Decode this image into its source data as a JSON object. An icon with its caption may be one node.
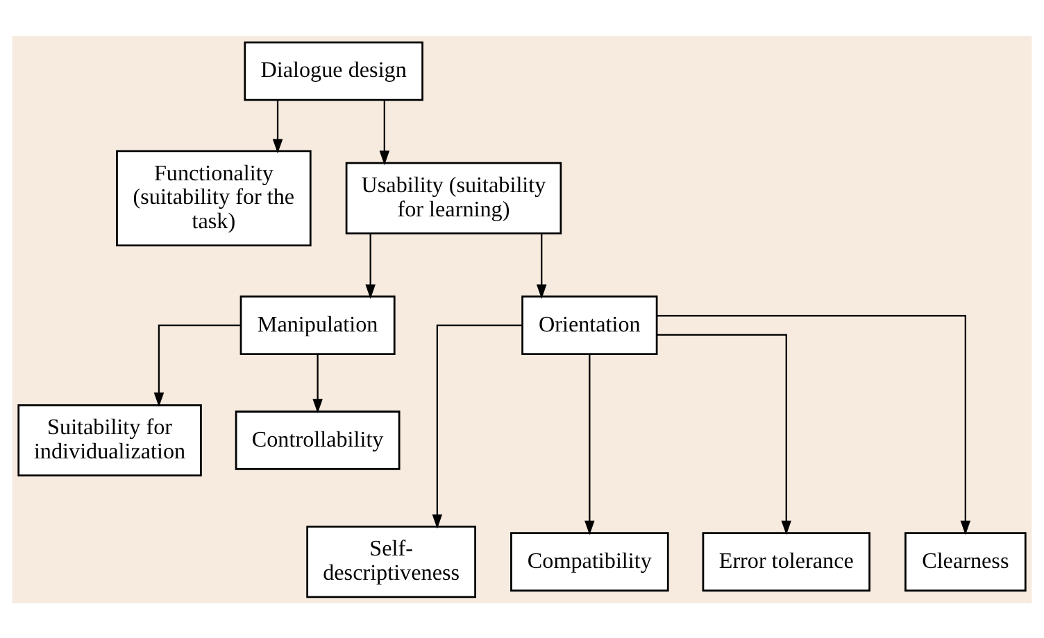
{
  "diagram": {
    "nodes": [
      {
        "text": [
          "Dialogue design"
        ]
      },
      {
        "text": [
          "Functionality (suitability for the task)"
        ]
      },
      {
        "text": [
          "Usability (suitability for learning)"
        ]
      },
      {
        "text": [
          "Manipulation"
        ]
      },
      {
        "text": [
          "Orientation"
        ]
      },
      {
        "text": [
          "Suitability for individualization"
        ]
      },
      {
        "text": [
          "Controllability"
        ]
      },
      {
        "text": [
          "Self-descriptiveness"
        ]
      },
      {
        "text": [
          "Compatibility"
        ]
      },
      {
        "text": [
          "Error tolerance"
        ]
      },
      {
        "text": [
          "Clearness"
        ]
      }
    ],
    "edges": [
      {
        "from": 0,
        "to": 1,
        "arrow": "to"
      },
      {
        "from": 0,
        "to": 2,
        "arrow": "to"
      },
      {
        "from": 2,
        "to": 3,
        "arrow": "to"
      },
      {
        "from": 2,
        "to": 4,
        "arrow": "to"
      },
      {
        "from": 3,
        "to": 5,
        "arrow": "to"
      },
      {
        "from": 3,
        "to": 6,
        "arrow": "to"
      },
      {
        "from": 4,
        "to": 7,
        "arrow": "to"
      },
      {
        "from": 4,
        "to": 8,
        "arrow": "to"
      },
      {
        "from": 4,
        "to": 9,
        "arrow": "to"
      },
      {
        "from": 4,
        "to": 10,
        "arrow": "to"
      }
    ]
  }
}
